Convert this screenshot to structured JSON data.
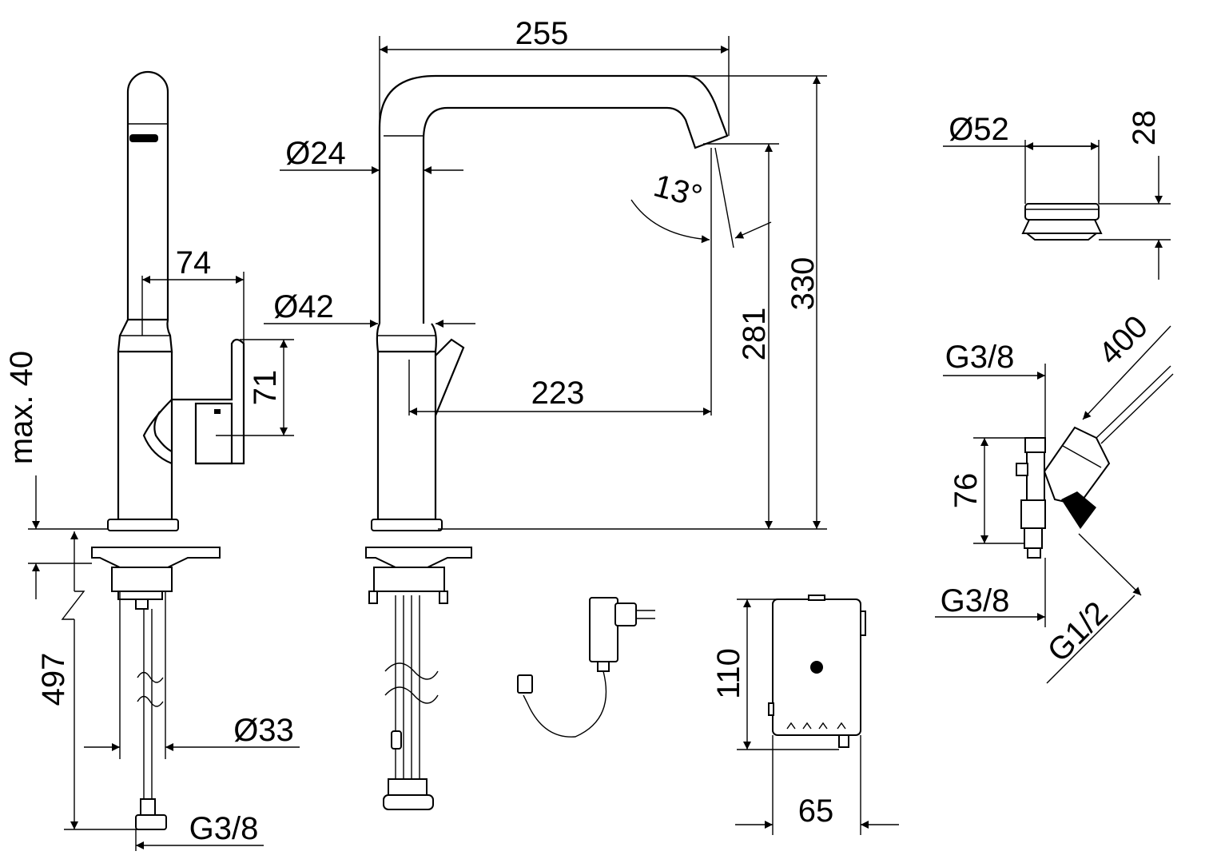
{
  "dimensions": {
    "spout_reach_top": "255",
    "total_height": "330",
    "spout_height": "281",
    "spout_reach": "223",
    "spout_diameter": "Ø24",
    "body_diameter": "Ø42",
    "lever_offset": "74",
    "lever_height": "71",
    "max_thickness": "max. 40",
    "hose_length": "497",
    "shank_diameter": "Ø33",
    "thread_bottom": "G3/8",
    "angle": "13°",
    "aerator_diameter": "Ø52",
    "aerator_height": "28",
    "valve_inlet": "G3/8",
    "valve_cable": "400",
    "valve_height": "76",
    "valve_outlet": "G3/8",
    "valve_connection": "G1/2",
    "box_height": "110",
    "box_width": "65"
  }
}
